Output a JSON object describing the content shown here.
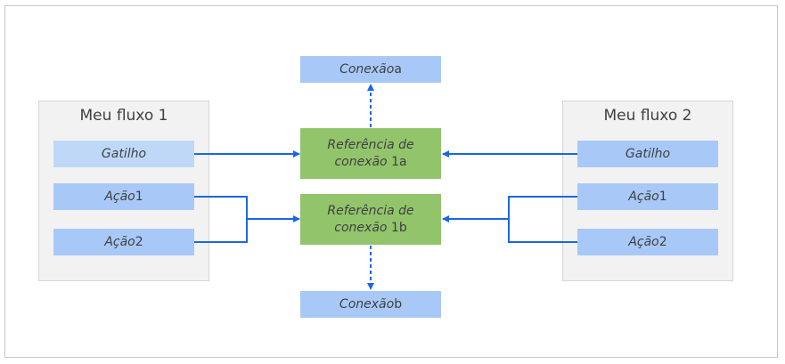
{
  "flows": [
    {
      "title": "Meu fluxo 1",
      "items": [
        {
          "label": "Gatilho",
          "num": ""
        },
        {
          "label": "Ação",
          "num": " 1"
        },
        {
          "label": "Ação",
          "num": " 2"
        }
      ]
    },
    {
      "title": "Meu fluxo 2",
      "items": [
        {
          "label": "Gatilho",
          "num": ""
        },
        {
          "label": "Ação",
          "num": " 1"
        },
        {
          "label": "Ação",
          "num": " 2"
        }
      ]
    }
  ],
  "references": [
    {
      "line1": "Referência de",
      "line2": "conexão",
      "id": " 1a"
    },
    {
      "line1": "Referência de",
      "line2": "conexão",
      "id": " 1b"
    }
  ],
  "connections": [
    {
      "label": "Conexão",
      "suffix": " a"
    },
    {
      "label": "Conexão",
      "suffix": " b"
    }
  ],
  "colors": {
    "arrow": "#1a66e6",
    "reference_box": "#92c46c",
    "connection_box": "#a8c8f8",
    "flow_panel": "#f2f2f2"
  }
}
